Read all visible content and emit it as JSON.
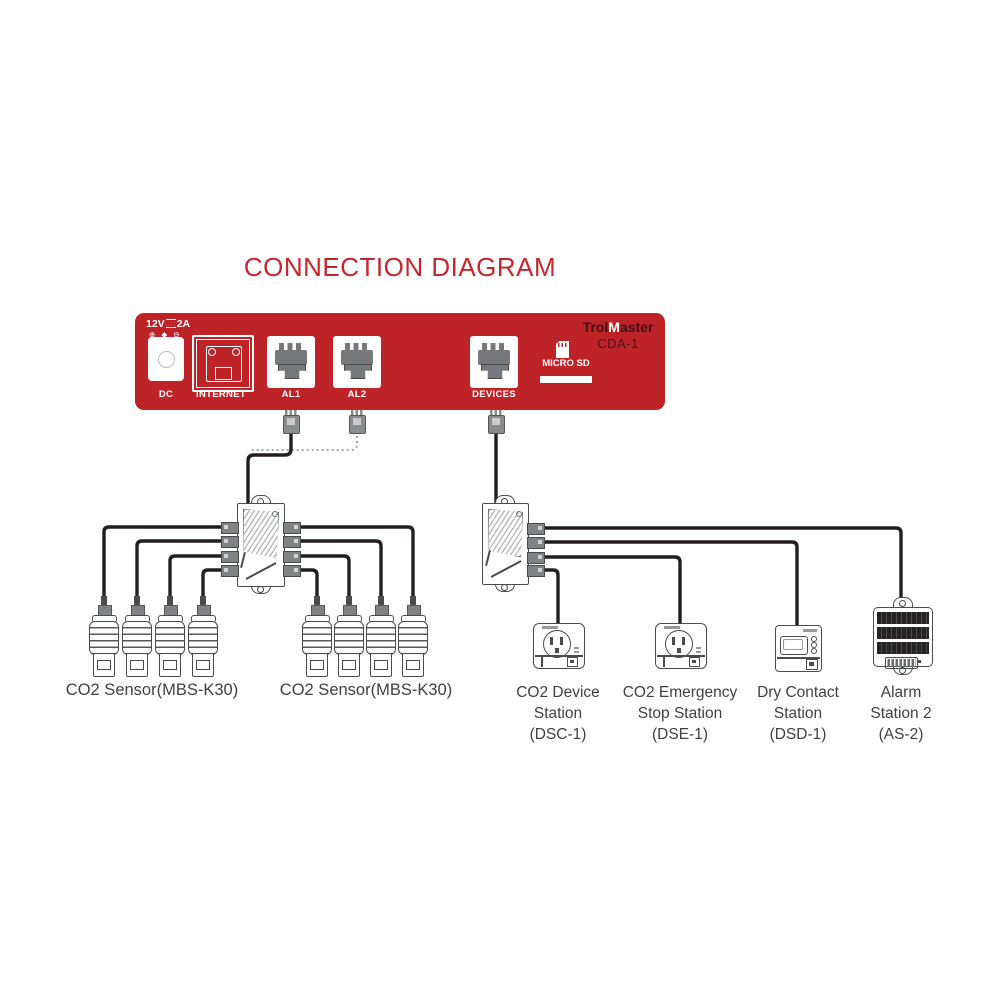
{
  "title": "CONNECTION DIAGRAM",
  "panel": {
    "brand_pre": "Trol",
    "brand_m": "M",
    "brand_post": "aster",
    "model": "CDA-1",
    "power": {
      "volts": "12V",
      "amps": "2A",
      "polarity": "⊕ ◆ ⊖"
    },
    "ports": {
      "dc": "DC",
      "internet": "INTERNET",
      "al1": "AL1",
      "al2": "AL2",
      "devices": "DEVICES",
      "micro_sd": "MICRO SD"
    }
  },
  "labels": {
    "sensor_group_left": "CO2 Sensor(MBS-K30)",
    "sensor_group_right": "CO2 Sensor(MBS-K30)",
    "dsc1": {
      "line1": "CO2 Device",
      "line2": "Station",
      "line3": "(DSC-1)"
    },
    "dse1": {
      "line1": "CO2 Emergency",
      "line2": "Stop Station",
      "line3": "(DSE-1)"
    },
    "dsd1": {
      "line1": "Dry Contact",
      "line2": "Station",
      "line3": "(DSD-1)"
    },
    "as2": {
      "line1": "Alarm",
      "line2": "Station 2",
      "line3": "(AS-2)"
    }
  },
  "colors": {
    "panel_red": "#BE2328",
    "title_red": "#C5272D",
    "cable_black": "#231F20",
    "label_gray": "#413F42"
  }
}
